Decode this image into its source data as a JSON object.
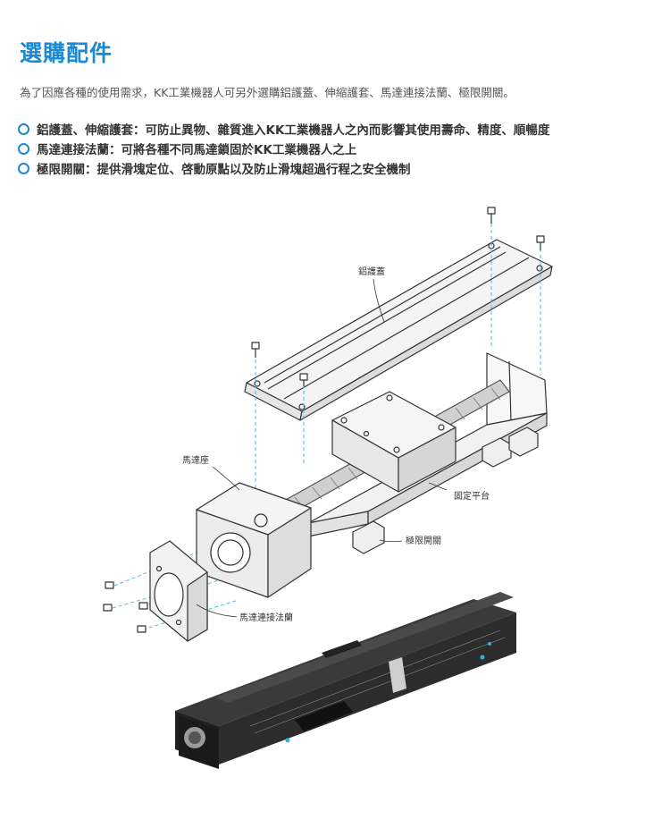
{
  "page": {
    "title": "選購配件",
    "intro": "為了因應各種的使用需求，KK工業機器人可另外選購鋁護蓋、伸縮護套、馬達連接法蘭、極限開關。",
    "features": [
      "鋁護蓋、伸縮護套：可防止異物、雜質進入KK工業機器人之內而影響其使用壽命、精度、順暢度",
      "馬達連接法蘭：可將各種不同馬達鎖固於KK工業機器人之上",
      "極限開關：提供滑塊定位、啓動原點以及防止滑塊超過行程之安全機制"
    ],
    "accent_color": "#1b8ad0"
  },
  "diagram": {
    "labels": {
      "cover": "鋁護蓋",
      "motor_seat": "馬達座",
      "platform": "固定平台",
      "limit_switch": "極限開關",
      "motor_flange": "馬達連接法蘭"
    },
    "icons": [
      "screw-icon",
      "bullet-circle-icon"
    ]
  }
}
